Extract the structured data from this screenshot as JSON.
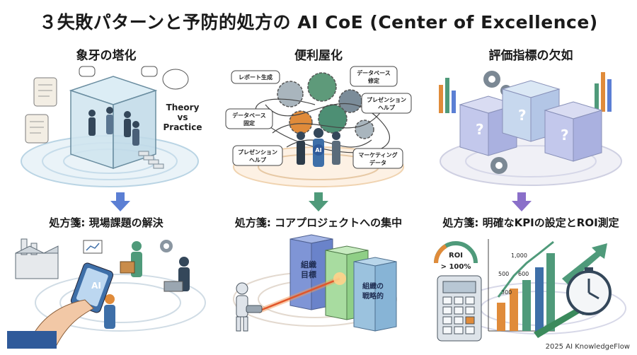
{
  "title": "３失敗パターンと予防的処方の AI CoE (Center of Excellence)",
  "columns": [
    {
      "heading": "象牙の塔化",
      "scene_text": [
        "Theory",
        "vs",
        "Practice"
      ],
      "remedy": "処方箋: 現場課題の解決",
      "remedy_text": [
        "AI"
      ]
    },
    {
      "heading": "便利屋化",
      "scene_text": {
        "report": "レポート生成",
        "db_fix": [
          "データベース",
          "修定"
        ],
        "pres_help_right": [
          "プレゼンション",
          "ヘルプ"
        ],
        "db_fixed": [
          "データベース",
          "固定"
        ],
        "pres_help_left": [
          "プレゼンション",
          "ヘルプ"
        ],
        "marketing": [
          "マーケティング",
          "データ"
        ],
        "ai": "AI"
      },
      "remedy": "処方箋: コアプロジェクトへの集中",
      "remedy_text": {
        "block1": [
          "組織",
          "目標"
        ],
        "block3": [
          "組織の",
          "戦略的"
        ]
      }
    },
    {
      "heading": "評価指標の欠如",
      "scene_text": [
        "?",
        "?",
        "?"
      ],
      "remedy": "処方箋: 明確なKPIの設定とROI測定",
      "remedy_text": {
        "roi": [
          "ROI",
          "> 100%"
        ],
        "values": [
          "1,000",
          "500",
          "600",
          "300"
        ]
      }
    }
  ],
  "footer": "2025 AI KnowledgeFlow",
  "colors": {
    "arrow_blue": "#5b7fd4",
    "arrow_green": "#4f9a7a",
    "arrow_purple": "#8a6fc9",
    "glass": "#cfe4ee",
    "cube": "#b9c3e6"
  }
}
